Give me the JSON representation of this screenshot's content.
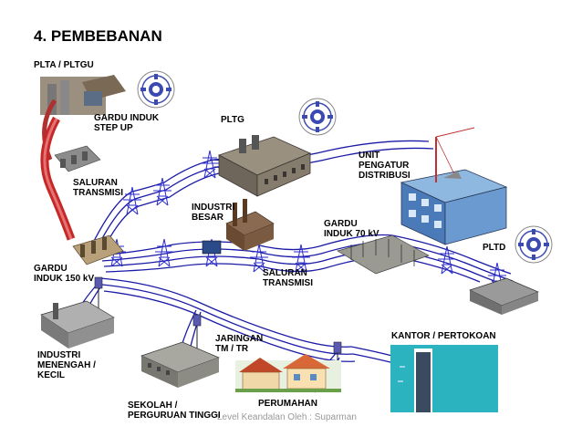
{
  "title": "4. PEMBEBANAN",
  "labels": {
    "plta": "PLTA / PLTGU",
    "gardu_step_up": "GARDU INDUK\nSTEP UP",
    "pltg": "PLTG",
    "unit_pengatur": "UNIT\nPENGATUR\nDISTRIBUSI",
    "saluran_transmisi_1": "SALURAN\nTRANSMISI",
    "industri_besar": "INDUSTRI\nBESAR",
    "gardu_70": "GARDU\nINDUK 70 kV",
    "pltd": "PLTD",
    "gardu_150": "GARDU\nINDUK 150 kV",
    "saluran_transmisi_2": "SALURAN\nTRANSMISI",
    "kantor": "KANTOR / PERTOKOAN",
    "jaringan": "JARINGAN\nTM / TR",
    "industri_menengah": "INDUSTRI\nMENENGAH /\nKECIL",
    "sekolah": "SEKOLAH /\nPERGURUAN TINGGI",
    "perumahan": "PERUMAHAN"
  },
  "footer": "Level Keandalan Oleh : Suparman",
  "colors": {
    "line": "#1a1aa6",
    "text": "#000000",
    "pipe": "#cc2222",
    "building": "#8a8a8a",
    "water": "#2bb3c0"
  }
}
